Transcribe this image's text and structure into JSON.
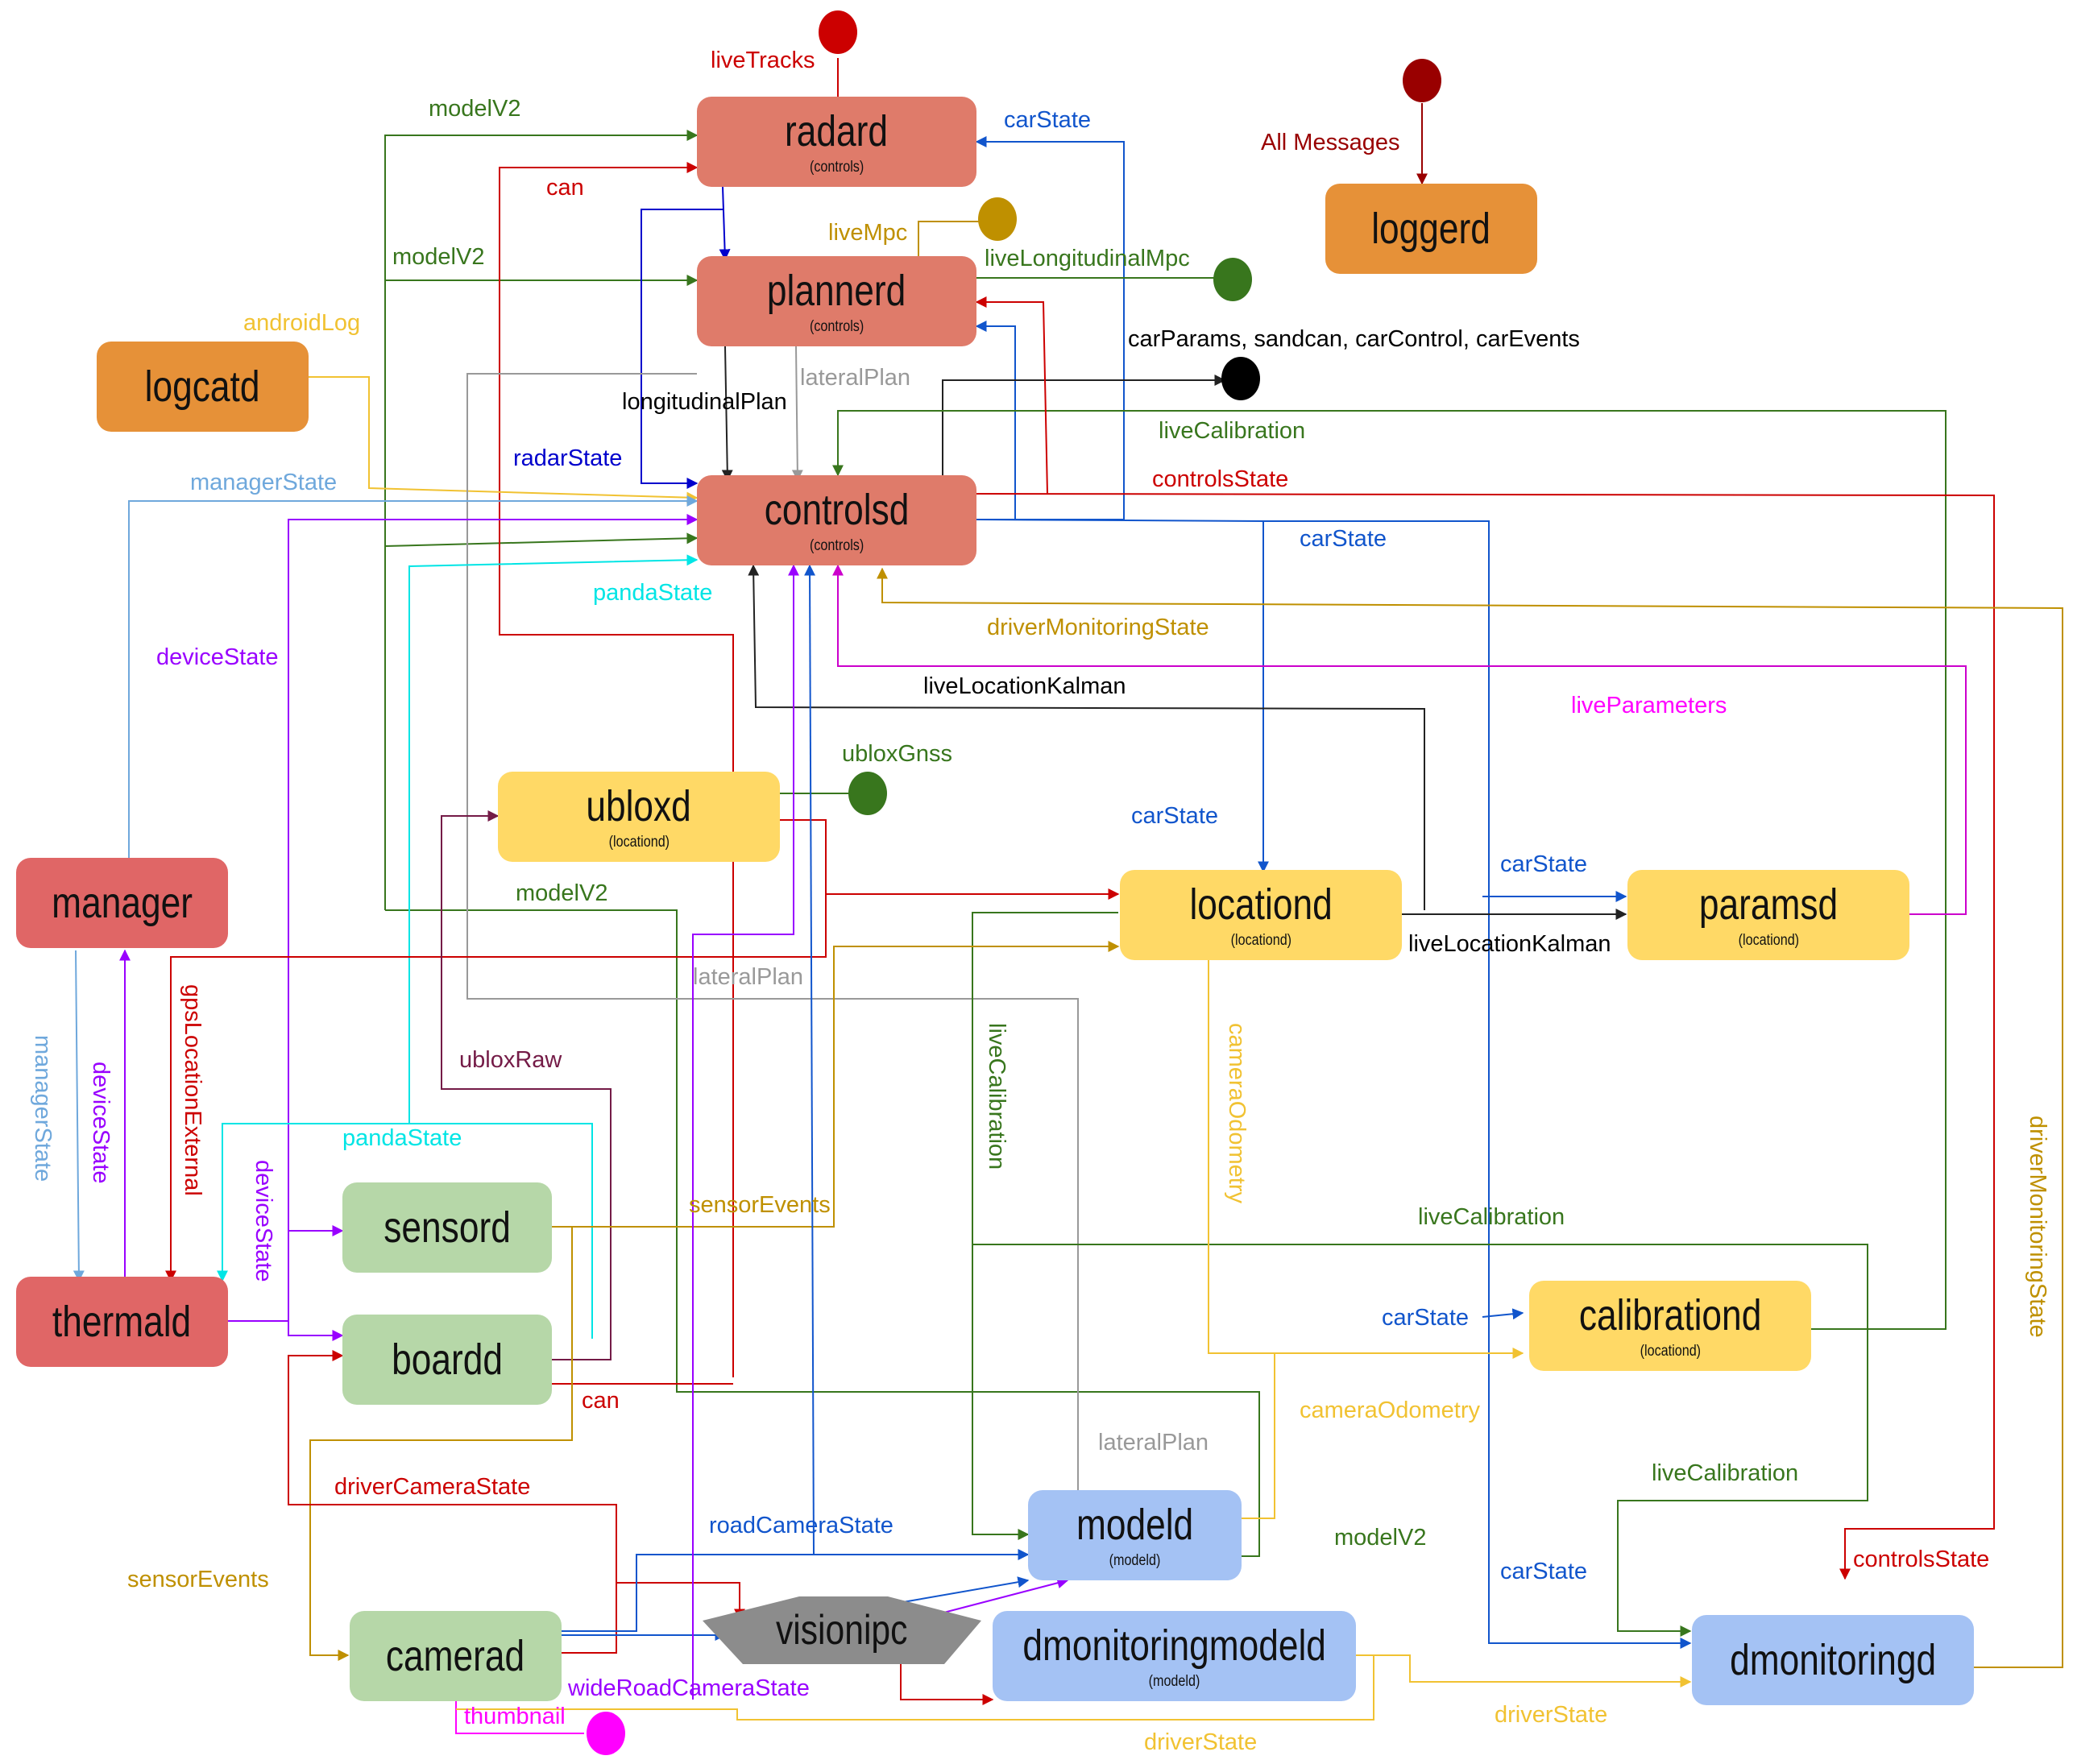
{
  "nodes": {
    "radard": {
      "name": "radard",
      "sub": "(controls)"
    },
    "plannerd": {
      "name": "plannerd",
      "sub": "(controls)"
    },
    "controlsd": {
      "name": "controlsd",
      "sub": "(controls)"
    },
    "loggerd": {
      "name": "loggerd",
      "sub": ""
    },
    "logcatd": {
      "name": "logcatd",
      "sub": ""
    },
    "manager": {
      "name": "manager",
      "sub": ""
    },
    "thermald": {
      "name": "thermald",
      "sub": ""
    },
    "ubloxd": {
      "name": "ubloxd",
      "sub": "(locationd)"
    },
    "locationd": {
      "name": "locationd",
      "sub": "(locationd)"
    },
    "paramsd": {
      "name": "paramsd",
      "sub": "(locationd)"
    },
    "calibrationd": {
      "name": "calibrationd",
      "sub": "(locationd)"
    },
    "sensord": {
      "name": "sensord",
      "sub": ""
    },
    "boardd": {
      "name": "boardd",
      "sub": ""
    },
    "camerad": {
      "name": "camerad",
      "sub": ""
    },
    "modeld": {
      "name": "modeld",
      "sub": "(modeld)"
    },
    "dmonitoringmodeld": {
      "name": "dmonitoringmodeld",
      "sub": "(modeld)"
    },
    "dmonitoringd": {
      "name": "dmonitoringd",
      "sub": ""
    },
    "visionipc": {
      "name": "visionipc",
      "sub": ""
    }
  },
  "labels": {
    "liveTracks": "liveTracks",
    "allMessages": "All Messages",
    "modelV2_a": "modelV2",
    "modelV2_b": "modelV2",
    "modelV2_c": "modelV2",
    "modelV2_d": "modelV2",
    "carState_a": "carState",
    "carState_b": "carState",
    "carState_c": "carState",
    "carState_d": "carState",
    "carState_e": "carState",
    "carState_f": "carState",
    "can_a": "can",
    "can_b": "can",
    "liveMpc": "liveMpc",
    "liveLongitudinalMpc": "liveLongitudinalMpc",
    "androidLog": "androidLog",
    "carParamsEtc": "carParams, sandcan, carControl, carEvents",
    "lateralPlan_a": "lateralPlan",
    "lateralPlan_b": "lateralPlan",
    "lateralPlan_c": "lateralPlan",
    "longitudinalPlan": "longitudinalPlan",
    "liveCalibration_a": "liveCalibration",
    "liveCalibration_b": "liveCalibration",
    "liveCalibration_c": "liveCalibration",
    "liveCalibration_d": "liveCalibration",
    "radarState": "radarState",
    "managerState_a": "managerState",
    "managerState_b": "managerState",
    "controlsState_a": "controlsState",
    "controlsState_b": "controlsState",
    "pandaState_a": "pandaState",
    "pandaState_b": "pandaState",
    "driverMonitoringState_a": "driverMonitoringState",
    "driverMonitoringState_b": "driverMonitoringState",
    "deviceState_a": "deviceState",
    "deviceState_b": "deviceState",
    "deviceState_c": "deviceState",
    "liveLocationKalman_a": "liveLocationKalman",
    "liveLocationKalman_b": "liveLocationKalman",
    "liveParameters": "liveParameters",
    "ubloxGnss": "ubloxGnss",
    "gpsLocationExternal": "gpsLocationExternal",
    "ubloxRaw": "ubloxRaw",
    "cameraOdometry_a": "cameraOdometry",
    "cameraOdometry_b": "cameraOdometry",
    "sensorEvents_a": "sensorEvents",
    "sensorEvents_b": "sensorEvents",
    "driverCameraState": "driverCameraState",
    "roadCameraState": "roadCameraState",
    "wideRoadCameraState": "wideRoadCameraState",
    "thumbnail": "thumbnail",
    "driverState_a": "driverState",
    "driverState_b": "driverState"
  },
  "colors": {
    "controls": "#df7b6a",
    "orange": "#e69138",
    "red": "#e06666",
    "yellow": "#ffd966",
    "green": "#b6d7a8",
    "blue": "#a4c2f4",
    "visionipc": "#8c8c8c",
    "txt_red": "#cc0000",
    "txt_darkred": "#990000",
    "txt_green": "#38761d",
    "txt_blue": "#1155cc",
    "txt_navy": "#0000cc",
    "txt_gold": "#bf9000",
    "txt_yellow": "#f1c232",
    "txt_gray": "#999999",
    "txt_lightblue": "#6fa8dc",
    "txt_purple": "#9900ff",
    "txt_cyan": "#00e5e5",
    "txt_magenta": "#ff00ff",
    "txt_maroon": "#741b47"
  },
  "dots": [
    "red-dot",
    "darkred-dot",
    "gold-dot",
    "green-dot",
    "black-dot",
    "green-dot-gnss",
    "magenta-dot"
  ]
}
